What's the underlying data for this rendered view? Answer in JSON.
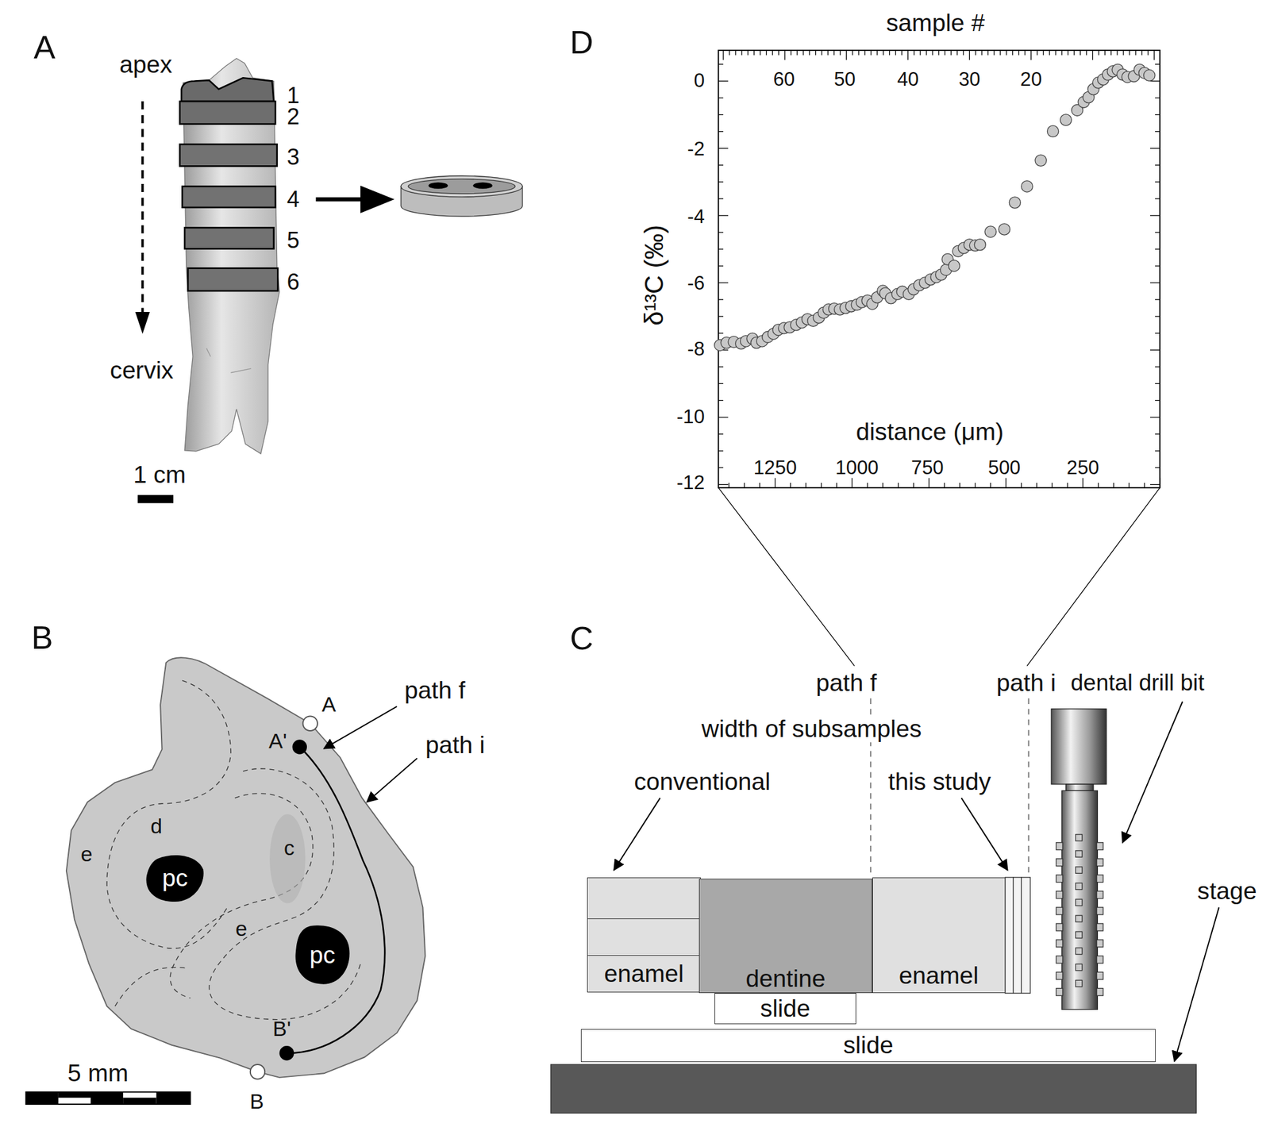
{
  "diagram": {
    "nodes": [
      {
        "text": [
          "pc"
        ]
      },
      {
        "text": [
          "pc"
        ]
      },
      {
        "text": [
          "enamel"
        ]
      },
      {
        "text": [
          "dentine"
        ]
      },
      {
        "text": [
          "enamel"
        ]
      },
      {
        "text": [
          "slide"
        ]
      },
      {
        "text": [
          "slide"
        ]
      }
    ],
    "labels": [
      "A",
      "apex",
      "1",
      "2",
      "3",
      "4",
      "5",
      "6",
      "cervix",
      "1 cm",
      "D",
      "sample #",
      "60",
      "50",
      "40",
      "30",
      "20",
      "0",
      "-2",
      "-4",
      "-6",
      "-8",
      "-10",
      "-12",
      "δ¹³C (‰)",
      "distance (μm)",
      "1250",
      "1000",
      "750",
      "500",
      "250",
      "B",
      "A",
      "A'",
      "path f",
      "path i",
      "d",
      "e",
      "c",
      "e",
      "B'",
      "B",
      "5 mm",
      "C",
      "path f",
      "path i",
      "dental drill bit",
      "width of subsamples",
      "conventional",
      "this study",
      "stage"
    ]
  }
}
